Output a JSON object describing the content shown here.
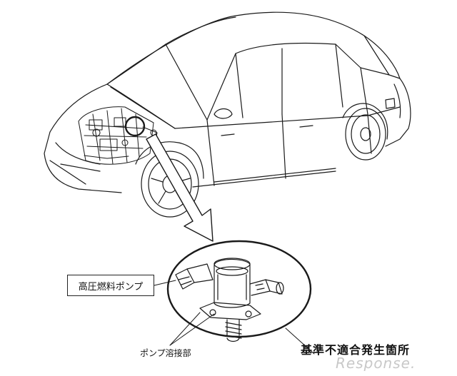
{
  "labels": {
    "pump_name": "高圧燃料ポンプ",
    "weld_part": "ポンプ溶接部",
    "defect_location": "基準不適合発生箇所"
  },
  "watermark": "Response.",
  "colors": {
    "line": "#1a1a1a",
    "background": "#ffffff",
    "watermark": "#c8c8c8"
  }
}
